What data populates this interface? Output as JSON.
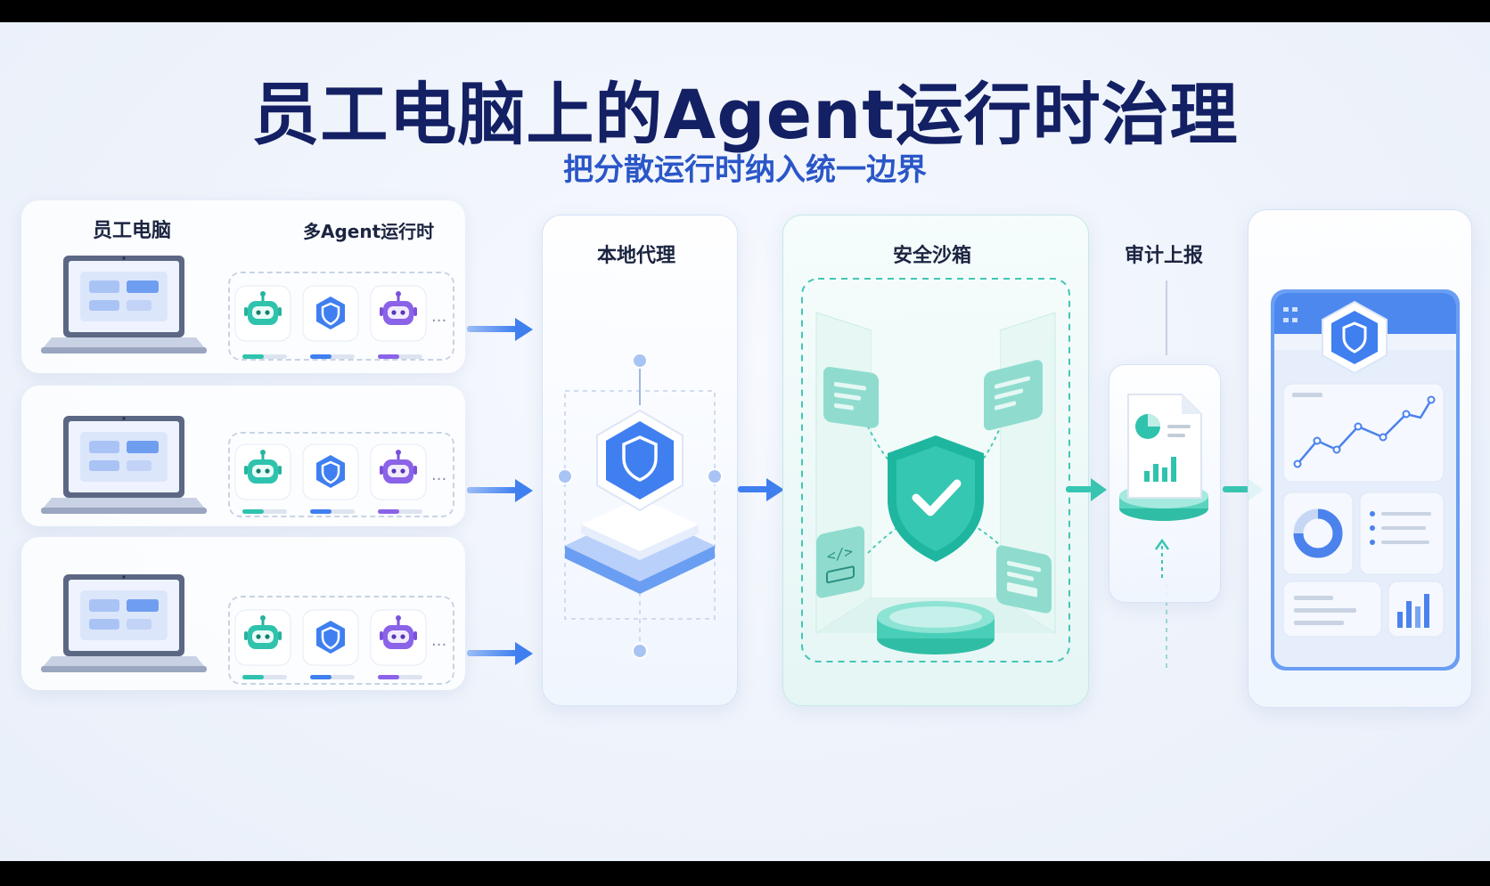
{
  "title": "员工电脑上的Agent运行时治理",
  "subtitle": "把分散运行时纳入统一边界",
  "labels": {
    "pc": "员工电脑",
    "runtimes": "多Agent运行时",
    "proxy": "本地代理",
    "sandbox": "安全沙箱",
    "audit": "审计上报"
  },
  "rows": [
    {
      "ellipsis": "..."
    },
    {
      "ellipsis": "..."
    },
    {
      "ellipsis": "..."
    }
  ],
  "colors": {
    "title": "#142064",
    "subtitle": "#2a56c8",
    "blue": "#3f7ff0",
    "teal": "#2fc3ad",
    "purple": "#8a63e8"
  },
  "icons": {
    "laptop": "laptop-icon",
    "robot": "robot-icon",
    "shield": "shield-icon",
    "check_shield": "check-shield-icon",
    "report": "report-icon",
    "dashboard": "dashboard-icon"
  }
}
